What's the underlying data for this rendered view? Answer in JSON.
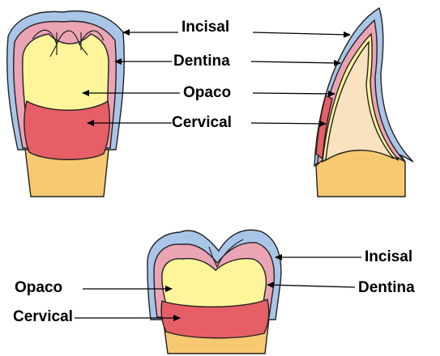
{
  "labels": {
    "incisal": "Incisal",
    "dentina": "Dentina",
    "opaco": "Opaco",
    "cervical": "Cervical"
  },
  "colors": {
    "incisal": "#a9c6e8",
    "dentina": "#eaa4b4",
    "opaco": "#fef49a",
    "cervical": "#e65f66",
    "root": "#f7c971",
    "lateral_core": "#f9e2bf"
  },
  "views": [
    "front-tooth-crown",
    "lateral-tooth-crown",
    "posterior-tooth-crown"
  ]
}
